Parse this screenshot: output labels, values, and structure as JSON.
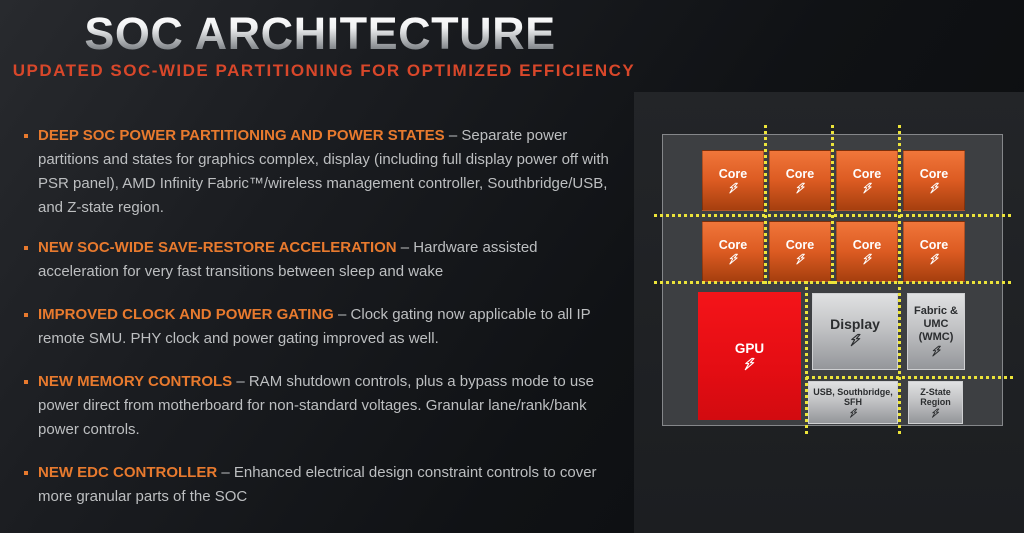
{
  "slide": {
    "title": "SOC ARCHITECTURE",
    "subtitle": "UPDATED SOC-WIDE PARTITIONING FOR OPTIMIZED EFFICIENCY"
  },
  "colors": {
    "accent_orange": "#e87a2e",
    "subtitle_red": "#d8472a",
    "core_orange": "#dc5b22",
    "gpu_red": "#e40d13",
    "block_gray": "#c2c3c5",
    "dotted_yellow": "#ece43a",
    "body_text": "#bdbfc1"
  },
  "bullets": [
    {
      "header": "DEEP SOC POWER PARTITIONING AND POWER STATES",
      "body": "– Separate power partitions and states for graphics complex, display (including full display power off with PSR panel), AMD Infinity Fabric™/wireless management controller, Southbridge/USB, and Z-state region."
    },
    {
      "header": "NEW SOC-WIDE SAVE-RESTORE ACCELERATION",
      "body": "– Hardware assisted acceleration for very fast transitions between sleep and wake"
    },
    {
      "header": "IMPROVED CLOCK AND POWER GATING",
      "body": "– Clock gating now applicable to all IP remote SMU. PHY clock and power gating improved as well."
    },
    {
      "header": "NEW MEMORY CONTROLS",
      "body": "– RAM shutdown controls, plus a bypass mode to use power direct from motherboard for non-standard voltages. Granular lane/rank/bank power controls."
    },
    {
      "header": "NEW EDC CONTROLLER",
      "body": "– Enhanced electrical design constraint controls to cover more granular parts of the SOC"
    }
  ],
  "diagram": {
    "core_label": "Core",
    "gpu_label": "GPU",
    "display_label": "Display",
    "fabric_label": "Fabric &\nUMC\n(WMC)",
    "usb_label": "USB, Southbridge,\nSFH",
    "zstate_label": "Z-State\nRegion",
    "bolt_icon": "lightning-bolt"
  }
}
